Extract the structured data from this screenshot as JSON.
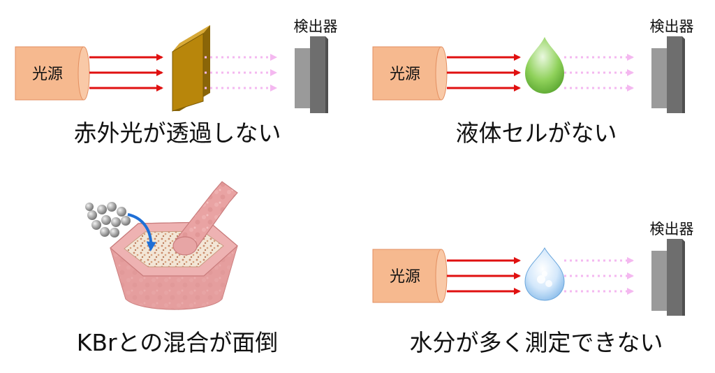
{
  "panels": [
    {
      "source_label": "光源",
      "detector_label": "検出器",
      "caption": "赤外光が透過しない"
    },
    {
      "source_label": "光源",
      "detector_label": "検出器",
      "caption": "液体セルがない"
    },
    {
      "caption": "KBrとの混合が面倒"
    },
    {
      "source_label": "光源",
      "detector_label": "検出器",
      "caption": "水分が多く測定できない"
    }
  ],
  "colors": {
    "source_fill": "#f6b98f",
    "beam_red": "#e01010",
    "beam_pink": "#f4b8f0",
    "detector_gray": "#8c8c8c",
    "plate_gold": "#b8860b",
    "droplet_green": "#7cc34a",
    "droplet_blue": "#7fb6e8",
    "mortar_pink": "#e7a0a0",
    "arrow_blue": "#1f6fd6"
  }
}
